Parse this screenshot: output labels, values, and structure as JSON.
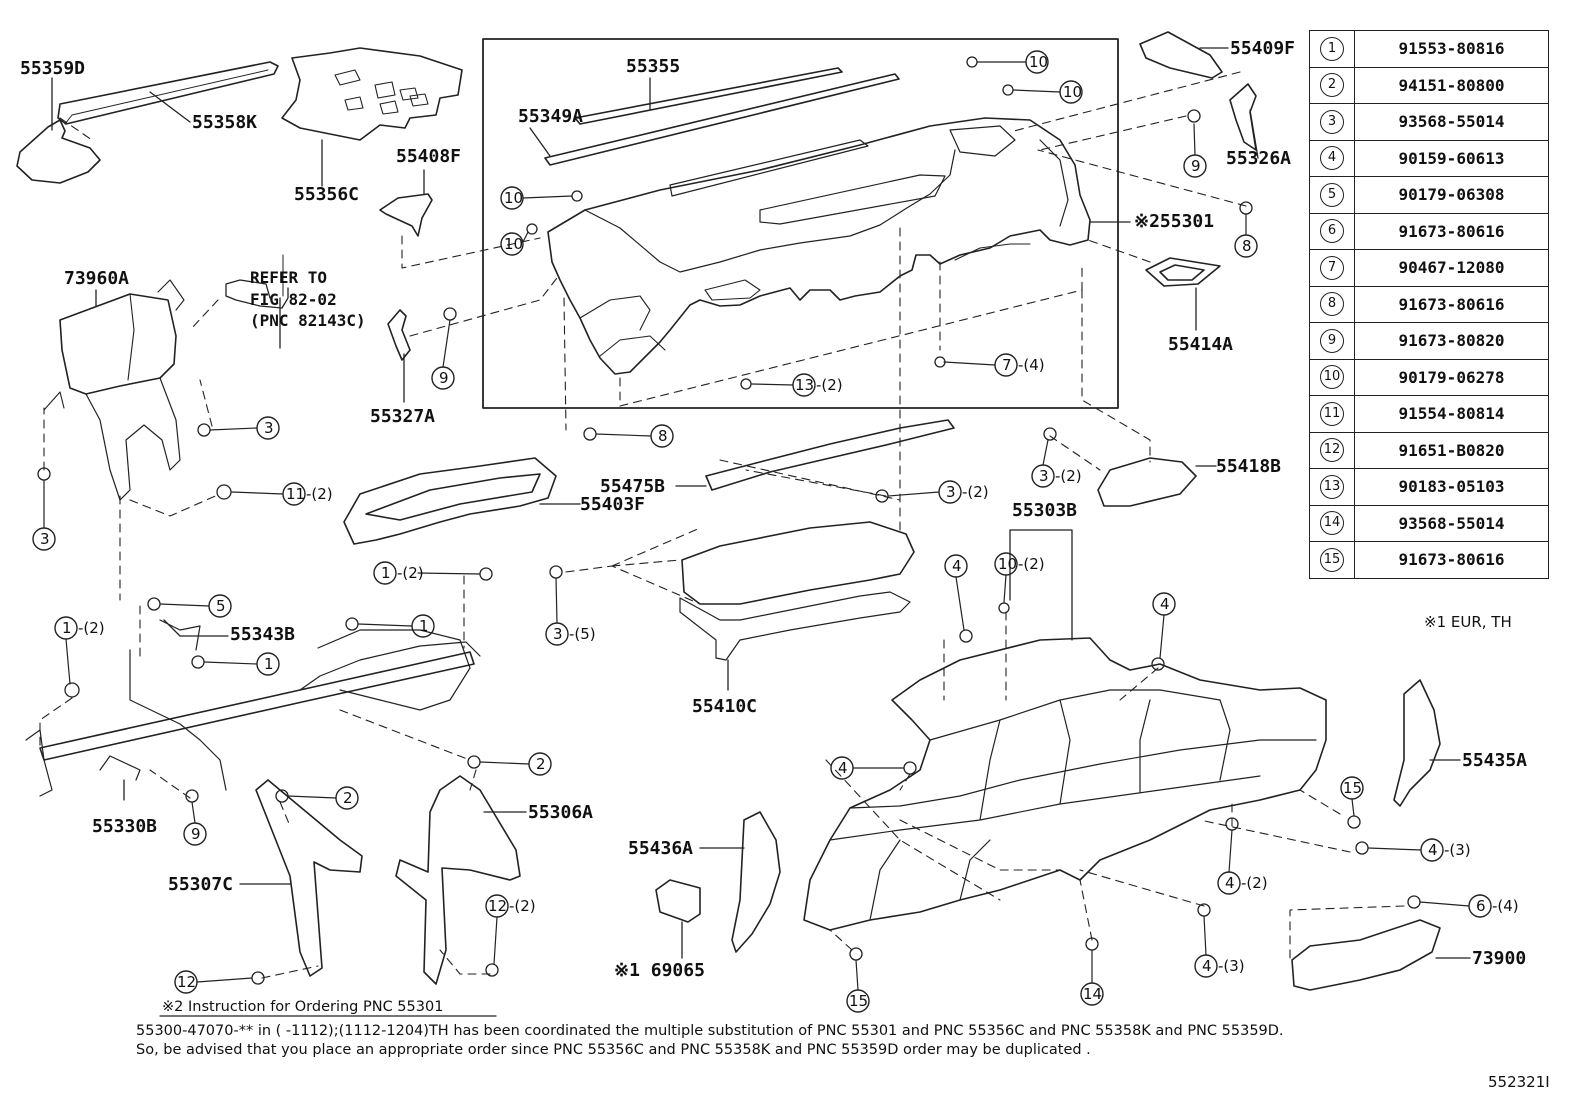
{
  "part_labels": [
    {
      "id": "p1",
      "text": "55359D"
    },
    {
      "id": "p2",
      "text": "55358K"
    },
    {
      "id": "p3",
      "text": "55356C"
    },
    {
      "id": "p4",
      "text": "55408F"
    },
    {
      "id": "p5",
      "text": "55355"
    },
    {
      "id": "p6",
      "text": "55349A"
    },
    {
      "id": "p7",
      "text": "55409F"
    },
    {
      "id": "p8",
      "text": "55326A"
    },
    {
      "id": "p9",
      "text": "※255301"
    },
    {
      "id": "p10",
      "text": "55414A"
    },
    {
      "id": "p11",
      "text": "73960A"
    },
    {
      "id": "p12",
      "text": "55327A"
    },
    {
      "id": "p13",
      "text": "55418B"
    },
    {
      "id": "p14",
      "text": "55475B"
    },
    {
      "id": "p15",
      "text": "55403F"
    },
    {
      "id": "p16",
      "text": "55303B"
    },
    {
      "id": "p17",
      "text": "55343B"
    },
    {
      "id": "p18",
      "text": "55410C"
    },
    {
      "id": "p19",
      "text": "55435A"
    },
    {
      "id": "p20",
      "text": "55306A"
    },
    {
      "id": "p21",
      "text": "55330B"
    },
    {
      "id": "p22",
      "text": "55436A"
    },
    {
      "id": "p23",
      "text": "55307C"
    },
    {
      "id": "p24",
      "text": "73900"
    },
    {
      "id": "p25",
      "text": "※1 69065"
    }
  ],
  "refer_note": {
    "line1": "REFER TO",
    "line2": "FIG 82-02",
    "line3": "(PNC 82143C)"
  },
  "callouts": [
    {
      "n": "10",
      "qty": ""
    },
    {
      "n": "10",
      "qty": ""
    },
    {
      "n": "10",
      "qty": ""
    },
    {
      "n": "10",
      "qty": ""
    },
    {
      "n": "9",
      "qty": ""
    },
    {
      "n": "8",
      "qty": ""
    },
    {
      "n": "9",
      "qty": ""
    },
    {
      "n": "3",
      "qty": ""
    },
    {
      "n": "3",
      "qty": ""
    },
    {
      "n": "7",
      "qty": "-(4)"
    },
    {
      "n": "13",
      "qty": "-(2)"
    },
    {
      "n": "8",
      "qty": ""
    },
    {
      "n": "11",
      "qty": "-(2)"
    },
    {
      "n": "3",
      "qty": "-(2)"
    },
    {
      "n": "3",
      "qty": "-(2)"
    },
    {
      "n": "10",
      "qty": "-(2)"
    },
    {
      "n": "1",
      "qty": "-(2)"
    },
    {
      "n": "5",
      "qty": ""
    },
    {
      "n": "1",
      "qty": ""
    },
    {
      "n": "1",
      "qty": "-(2)"
    },
    {
      "n": "1",
      "qty": ""
    },
    {
      "n": "3",
      "qty": "-(5)"
    },
    {
      "n": "4",
      "qty": ""
    },
    {
      "n": "4",
      "qty": ""
    },
    {
      "n": "2",
      "qty": ""
    },
    {
      "n": "2",
      "qty": ""
    },
    {
      "n": "9",
      "qty": ""
    },
    {
      "n": "15",
      "qty": ""
    },
    {
      "n": "4",
      "qty": ""
    },
    {
      "n": "4",
      "qty": "-(3)"
    },
    {
      "n": "4",
      "qty": "-(2)"
    },
    {
      "n": "12",
      "qty": "-(2)"
    },
    {
      "n": "6",
      "qty": "-(4)"
    },
    {
      "n": "12",
      "qty": ""
    },
    {
      "n": "4",
      "qty": "-(3)"
    },
    {
      "n": "15",
      "qty": ""
    },
    {
      "n": "14",
      "qty": ""
    }
  ],
  "legend": [
    {
      "num": "1",
      "part": "91553-80816"
    },
    {
      "num": "2",
      "part": "94151-80800"
    },
    {
      "num": "3",
      "part": "93568-55014"
    },
    {
      "num": "4",
      "part": "90159-60613"
    },
    {
      "num": "5",
      "part": "90179-06308"
    },
    {
      "num": "6",
      "part": "91673-80616"
    },
    {
      "num": "7",
      "part": "90467-12080"
    },
    {
      "num": "8",
      "part": "91673-80616"
    },
    {
      "num": "9",
      "part": "91673-80820"
    },
    {
      "num": "10",
      "part": "90179-06278"
    },
    {
      "num": "11",
      "part": "91554-80814"
    },
    {
      "num": "12",
      "part": "91651-B0820"
    },
    {
      "num": "13",
      "part": "90183-05103"
    },
    {
      "num": "14",
      "part": "93568-55014"
    },
    {
      "num": "15",
      "part": "91673-80616"
    }
  ],
  "region_note": "※1 EUR, TH",
  "footer": {
    "heading": "※2 Instruction for Ordering PNC 55301",
    "line1": "55300-47070-** in (       -1112);(1112-1204)TH has been coordinated the multiple substitution of PNC 55301 and PNC 55356C and PNC 55358K and PNC 55359D.",
    "line2": "So, be advised that you place an appropriate order since PNC 55356C and PNC 55358K and PNC 55359D order may be duplicated ."
  },
  "figure_number": "552321I"
}
